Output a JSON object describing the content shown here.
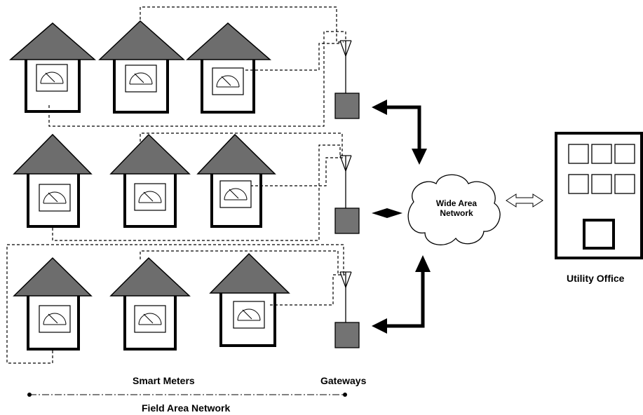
{
  "labels": {
    "wan": "Wide Area\nNetwork",
    "utility_office": "Utility Office",
    "smart_meters": "Smart Meters",
    "gateways": "Gateways",
    "field_area_network": "Field Area Network"
  },
  "colors": {
    "roof": "#6d6d6d",
    "gateway": "#737373",
    "line": "#000000",
    "background": "#ffffff"
  }
}
